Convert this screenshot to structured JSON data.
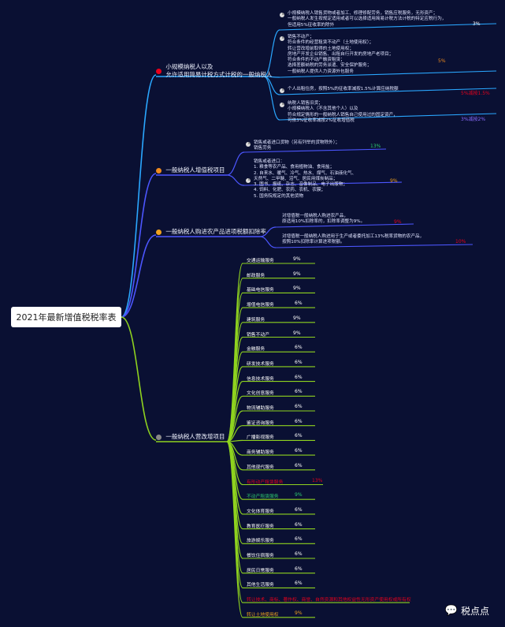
{
  "root": "2021年最新增值税税率表",
  "branches": [
    {
      "num": "1",
      "color": "#e8001c",
      "label": "小规模纳税人以及\n允许适用简易计税方式计税的一般纳税人"
    },
    {
      "num": "2",
      "color": "#f08a1d",
      "label": "一般纳税人增值税项目"
    },
    {
      "num": "3",
      "color": "#f0a11d",
      "label": "一般纳税人购进农产品进项税额扣除率"
    },
    {
      "num": "4",
      "color": "#888888",
      "label": "一般纳税人营改增项目"
    }
  ],
  "notes1": [
    {
      "text": "小规模纳税人销售货物或者加工、修理修配劳务，销售应税服务，无形资产；\n一般纳税人发生按规定适用或者可以选择适用简易计税方法计税的特定应税行为，\n但适用5%征收率的除外",
      "rate": "3%",
      "rateColor": "#ffffff"
    },
    {
      "text": "销售不动产；\n符合条件的经营租赁不动产（土地使用权）；\n转让营改增前取得的土地使用权；\n房地产开发企业销售、出租自行开发的房地产老项目；\n符合条件的不动产融资租赁；\n选择差额纳税的劳务派遣、安全保护服务；\n一般纳税人提供人力资源外包服务",
      "rate": "5%",
      "rateColor": "#f08a1d"
    },
    {
      "text": "个人出租住房，按照5%的征收率减按1.5%计算应纳税额",
      "rate": "5%减按1.5%",
      "rateColor": "#e8001c"
    },
    {
      "text": "纳税人销售旧货；\n小规模纳税人（不含其他个人）以及\n符合规定情形的一般纳税人销售自己使用过的固定资产，\n可依3%征收率减按2%征收增值税",
      "rate": "3%减按2%",
      "rateColor": "#8a6bff"
    }
  ],
  "notes2": [
    {
      "text": "销售或者进口货物（另有列举的货物除外）；\n销售劳务",
      "rate": "13%",
      "rateColor": "#2ecc71"
    },
    {
      "text": "销售或者进口：\n1. 粮食等农产品、食用植物油、食用盐；\n2. 自来水、暖气、冷气、热水、煤气、石油液化气、\n天然气、二甲醚、沼气、居民用煤炭制品；\n3. 图书、报纸、杂志、音像制品、电子出版物；\n4. 饲料、化肥、农药、农机、农膜；\n5. 国务院规定的其他货物",
      "rate": "9%",
      "rateColor": "#f0a11d"
    }
  ],
  "notes3": [
    {
      "text": "对增值税一般纳税人购进农产品，\n原适用10%扣除率的，扣除率调整为9%。",
      "rate": "9%",
      "rateColor": "#e8001c"
    },
    {
      "text": "对增值税一般纳税人购进用于生产或者委托加工13%税率货物的农产品，\n按照10%扣除率计算进项税额。",
      "rate": "10%",
      "rateColor": "#e8001c"
    }
  ],
  "leaves": [
    {
      "name": "交通运输服务",
      "rate": "9%"
    },
    {
      "name": "邮政服务",
      "rate": "9%"
    },
    {
      "name": "基础电信服务",
      "rate": "9%"
    },
    {
      "name": "增值电信服务",
      "rate": "6%"
    },
    {
      "name": "建筑服务",
      "rate": "9%"
    },
    {
      "name": "销售不动产",
      "rate": "9%"
    },
    {
      "name": "金融服务",
      "rate": "6%"
    },
    {
      "name": "研发技术服务",
      "rate": "6%"
    },
    {
      "name": "信息技术服务",
      "rate": "6%"
    },
    {
      "name": "文化创意服务",
      "rate": "6%"
    },
    {
      "name": "物流辅助服务",
      "rate": "6%"
    },
    {
      "name": "鉴证咨询服务",
      "rate": "6%"
    },
    {
      "name": "广播影视服务",
      "rate": "6%"
    },
    {
      "name": "商务辅助服务",
      "rate": "6%"
    },
    {
      "name": "其他现代服务",
      "rate": "6%"
    },
    {
      "name": "有形动产租赁服务",
      "rate": "13%",
      "color": "#e8001c"
    },
    {
      "name": "不动产租赁服务",
      "rate": "9%",
      "color": "#2ecc71"
    },
    {
      "name": "文化体育服务",
      "rate": "6%"
    },
    {
      "name": "教育医疗服务",
      "rate": "6%"
    },
    {
      "name": "旅游娱乐服务",
      "rate": "6%"
    },
    {
      "name": "餐饮住宿服务",
      "rate": "6%"
    },
    {
      "name": "居民日常服务",
      "rate": "6%"
    },
    {
      "name": "其他生活服务",
      "rate": "6%"
    },
    {
      "name": "转让技术、商标、著作权、商誉、自然资源和其他权益性无形资产使用权或所有权",
      "rate": "",
      "color": "#e8001c"
    },
    {
      "name": "转让土地使用权",
      "rate": "9%",
      "color": "#f0a11d"
    }
  ],
  "watermark": "税点点"
}
